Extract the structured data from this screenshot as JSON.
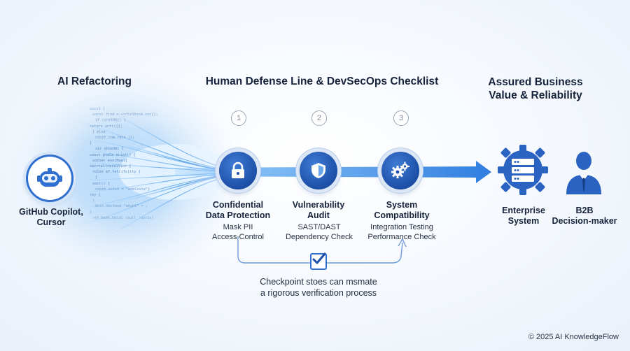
{
  "left": {
    "heading": "AI Refactoring",
    "tools_label": "GitHub Copilot,\nCursor",
    "code_lines": [
      "cncs1 {",
      "  const find =-srnSrDhoom.son{};",
      "  if (cretObj) {",
      "    return actr({};",
      "  } else",
      "    const.com.ress ();",
      "}",
      "  ",
      "ser ohneObl {",
      "  const pseCe.eriat() {",
      "  conser esx(Hue({",
      "  ",
      "  sacrtaltrereitior {",
      "    rotnn af.fetrifs(ity {",
      "  }",
      "  ",
      "  secr() {",
      "    const.sctst = \"enbCoste\"}",
      "  rey {",
      "    )",
      "    dcst.doctoee \"enuhl\" = ;",
      "  }",
      "  ret bekk.hbldl rsull 'ourln)"
    ]
  },
  "middle": {
    "heading": "Human Defense Line & DevSecOps Checklist",
    "steps": [
      {
        "num": "1",
        "icon": "lock-icon",
        "title": "Confidential\nData Protection",
        "details": "Mask PII\nAccess Control"
      },
      {
        "num": "2",
        "icon": "shield-icon",
        "title": "Vulnerability\nAudit",
        "details": "SAST/DAST\nDependency Check"
      },
      {
        "num": "3",
        "icon": "gears-icon",
        "title": "System\nCompatibility",
        "details": "Integration Testing\nPerformance Check"
      }
    ],
    "checkpoint_caption": "Checkpoint stoes can msmate\na rigorous verification process"
  },
  "right": {
    "heading": "Assured Business\nValue & Reliability",
    "items": [
      {
        "icon": "server-gear-icon",
        "label": "Enterprise\nSystem"
      },
      {
        "icon": "businessman-icon",
        "label": "B2B\nDecision-maker"
      }
    ]
  },
  "footer": {
    "copyright": "© 2025 AI KnowledgeFlow"
  },
  "colors": {
    "primary": "#1d4fa6",
    "accent": "#3a86e8",
    "text": "#16233b"
  }
}
